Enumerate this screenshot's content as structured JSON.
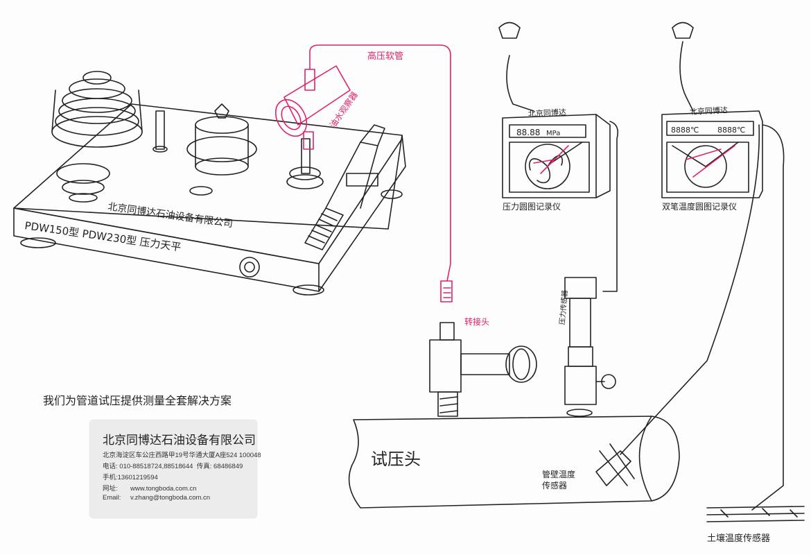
{
  "labels": {
    "hose": "高压软管",
    "observer": "油水观察器",
    "adapter": "转接头",
    "company_on_balance": "北京同博达石油设备有限公司",
    "model": "PDW150型  PDW230型  压力天平",
    "pressure_recorder_brand": "北京同博达",
    "pressure_display": "88.88",
    "pressure_unit": "MPa",
    "pressure_recorder": "压力圆图记录仪",
    "temp_recorder_brand": "北京同博达",
    "temp_display_1": "8888℃",
    "temp_display_2": "8888℃",
    "temp_recorder": "双笔温度圆图记录仪",
    "pressure_sensor": "压力传感器",
    "test_head": "试压头",
    "pipe_temp_sensor_1": "管壁温度",
    "pipe_temp_sensor_2": "传感器",
    "soil_temp_sensor": "土壤温度传感器",
    "slogan": "我们为管道试压提供测量全套解决方案"
  },
  "card": {
    "company": "北京同博达石油设备有限公司",
    "address": "北京海淀区车公庄西路甲19号华通大厦A座524   100048",
    "phone_label": "电话:",
    "phone": "010-88518724,88518644",
    "fax_label": "传真:",
    "fax": "68486849",
    "mobile_label": "手机:",
    "mobile": "13601219594",
    "web_label": "网址:",
    "web": "www.tongboda.com.cn",
    "email_label": "Email:",
    "email": "v.zhang@tongboda.com.cn"
  },
  "colors": {
    "ink": "#222222",
    "highlight": "#e0206a",
    "paper": "#fdfdfd",
    "card": "#ececec"
  }
}
